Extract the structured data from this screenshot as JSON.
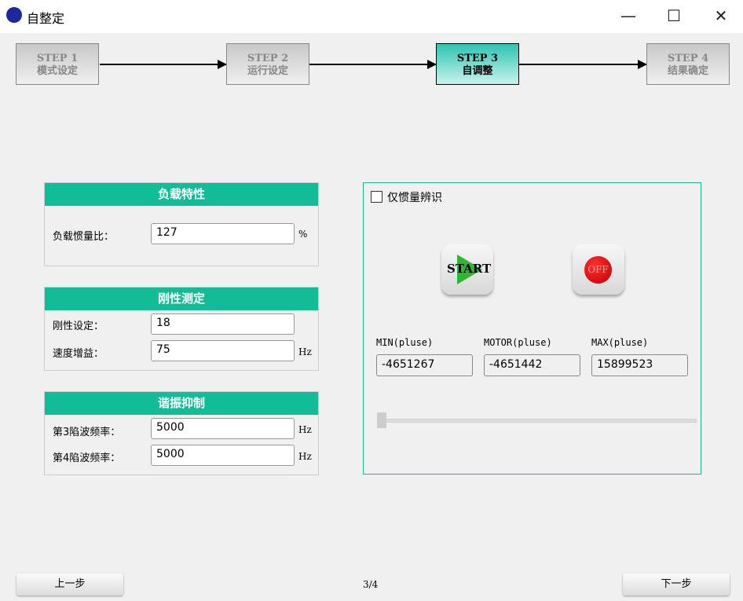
{
  "window": {
    "title": "自整定"
  },
  "steps": [
    {
      "step": "STEP 1",
      "label": "模式设定"
    },
    {
      "step": "STEP 2",
      "label": "运行设定"
    },
    {
      "step": "STEP 3",
      "label": "自调整"
    },
    {
      "step": "STEP 4",
      "label": "结果确定"
    }
  ],
  "load": {
    "title": "负载特性",
    "inertia_label": "负载惯量比：",
    "inertia_value": "127",
    "inertia_unit": "%"
  },
  "stiffness": {
    "title": "刚性测定",
    "stiff_label": "刚性设定：",
    "stiff_value": "18",
    "gain_label": "速度增益：",
    "gain_value": "75",
    "gain_unit": "Hz"
  },
  "resonance": {
    "title": "谐振抑制",
    "n3_label": "第3陷波频率：",
    "n3_value": "5000",
    "n3_unit": "Hz",
    "n4_label": "第4陷波频率：",
    "n4_value": "5000",
    "n4_unit": "Hz"
  },
  "panel": {
    "checkbox_label": "仅惯量辨识",
    "start": "START",
    "off": "OFF",
    "min_label": "MIN(pluse)",
    "min_value": "-4651267",
    "motor_label": "MOTOR(pluse)",
    "motor_value": "-4651442",
    "max_label": "MAX(pluse)",
    "max_value": "15899523",
    "slider_value": 0
  },
  "footer": {
    "prev": "上一步",
    "page": "3/4",
    "next": "下一步"
  }
}
